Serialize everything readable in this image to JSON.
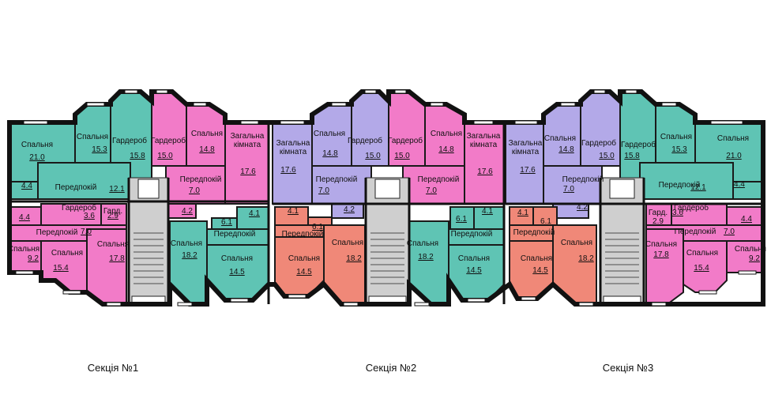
{
  "colors": {
    "teal": "#5fc4b4",
    "pink": "#f27bc8",
    "lavender": "#b3a9e8",
    "salmon": "#f08878",
    "stair": "#c8c8c8",
    "wall": "#111111"
  },
  "sections": [
    {
      "label": "Секція №1"
    },
    {
      "label": "Секція №2"
    },
    {
      "label": "Секція №3"
    }
  ],
  "rooms": [
    {
      "name": "Спальня",
      "area": "21.0",
      "color": "teal"
    },
    {
      "name": "Спальня",
      "area": "15.3",
      "color": "teal"
    },
    {
      "name": "Гардероб",
      "area": "15.8",
      "color": "teal"
    },
    {
      "name": "Передпокій",
      "area": "12.1",
      "color": "teal"
    },
    {
      "name": "",
      "area": "4.4",
      "color": "teal"
    },
    {
      "name": "Гардероб",
      "area": "15.0",
      "color": "pink"
    },
    {
      "name": "Спальня",
      "area": "14.8",
      "color": "pink"
    },
    {
      "name": "Загальна кімната",
      "area": "17.6",
      "color": "pink"
    },
    {
      "name": "Передпокій",
      "area": "7.0",
      "color": "pink"
    },
    {
      "name": "",
      "area": "4.2",
      "color": "pink"
    },
    {
      "name": "",
      "area": "4.4",
      "color": "pink"
    },
    {
      "name": "Гардероб",
      "area": "3.6",
      "color": "pink"
    },
    {
      "name": "Гард.",
      "area": "2.9",
      "color": "pink"
    },
    {
      "name": "Передпокій",
      "area": "7.0",
      "color": "pink"
    },
    {
      "name": "Спальня",
      "area": "9.2",
      "color": "pink"
    },
    {
      "name": "Спальня",
      "area": "15.4",
      "color": "pink"
    },
    {
      "name": "Спальня",
      "area": "17.8",
      "color": "pink"
    },
    {
      "name": "",
      "area": "6.1",
      "color": "teal"
    },
    {
      "name": "",
      "area": "4.1",
      "color": "teal"
    },
    {
      "name": "Передпокій",
      "area": "",
      "color": "teal"
    },
    {
      "name": "Спальня",
      "area": "18.2",
      "color": "teal"
    },
    {
      "name": "Спальня",
      "area": "14.5",
      "color": "teal"
    },
    {
      "name": "Загальна кімната",
      "area": "17.6",
      "color": "lavender"
    },
    {
      "name": "Спальня",
      "area": "14.8",
      "color": "lavender"
    },
    {
      "name": "Гардероб",
      "area": "15.0",
      "color": "lavender"
    },
    {
      "name": "Передпокій",
      "area": "7.0",
      "color": "lavender"
    },
    {
      "name": "",
      "area": "4.1",
      "color": "salmon"
    },
    {
      "name": "",
      "area": "6.1",
      "color": "salmon"
    },
    {
      "name": "Передпокій",
      "area": "",
      "color": "salmon"
    },
    {
      "name": "",
      "area": "4.2",
      "color": "lavender"
    },
    {
      "name": "Спальня",
      "area": "14.5",
      "color": "salmon"
    },
    {
      "name": "Спальня",
      "area": "18.2",
      "color": "salmon"
    },
    {
      "name": "Гардероб",
      "area": "15.0",
      "color": "pink"
    },
    {
      "name": "Спальня",
      "area": "14.8",
      "color": "pink"
    },
    {
      "name": "Загальна кімната",
      "area": "17.6",
      "color": "pink"
    },
    {
      "name": "Передпокій",
      "area": "7.0",
      "color": "pink"
    },
    {
      "name": "",
      "area": "6.1",
      "color": "teal"
    },
    {
      "name": "",
      "area": "4.1",
      "color": "teal"
    },
    {
      "name": "Передпокій",
      "area": "",
      "color": "teal"
    },
    {
      "name": "Спальня",
      "area": "18.2",
      "color": "teal"
    },
    {
      "name": "Спальня",
      "area": "14.5",
      "color": "teal"
    },
    {
      "name": "Загальна кімната",
      "area": "17.6",
      "color": "lavender"
    },
    {
      "name": "Спальня",
      "area": "14.8",
      "color": "lavender"
    },
    {
      "name": "Гардероб",
      "area": "15.0",
      "color": "lavender"
    },
    {
      "name": "Передпокій",
      "area": "7.0",
      "color": "lavender"
    },
    {
      "name": "",
      "area": "4.2",
      "color": "lavender"
    },
    {
      "name": "",
      "area": "4.1",
      "color": "salmon"
    },
    {
      "name": "",
      "area": "6.1",
      "color": "salmon"
    },
    {
      "name": "Передпокій",
      "area": "",
      "color": "salmon"
    },
    {
      "name": "Спальня",
      "area": "14.5",
      "color": "salmon"
    },
    {
      "name": "Спальня",
      "area": "18.2",
      "color": "salmon"
    },
    {
      "name": "Гардероб",
      "area": "15.8",
      "color": "teal"
    },
    {
      "name": "Спальня",
      "area": "15.3",
      "color": "teal"
    },
    {
      "name": "Спальня",
      "area": "21.0",
      "color": "teal"
    },
    {
      "name": "Передпокій",
      "area": "12.1",
      "color": "teal"
    },
    {
      "name": "",
      "area": "4.4",
      "color": "teal"
    },
    {
      "name": "Гард.",
      "area": "2.9",
      "color": "pink"
    },
    {
      "name": "Гардероб",
      "area": "3.6",
      "color": "pink"
    },
    {
      "name": "",
      "area": "4.4",
      "color": "pink"
    },
    {
      "name": "Передпокій",
      "area": "7.0",
      "color": "pink"
    },
    {
      "name": "Спальня",
      "area": "17.8",
      "color": "pink"
    },
    {
      "name": "Спальня",
      "area": "15.4",
      "color": "pink"
    },
    {
      "name": "Спальня",
      "area": "9.2",
      "color": "pink"
    }
  ]
}
